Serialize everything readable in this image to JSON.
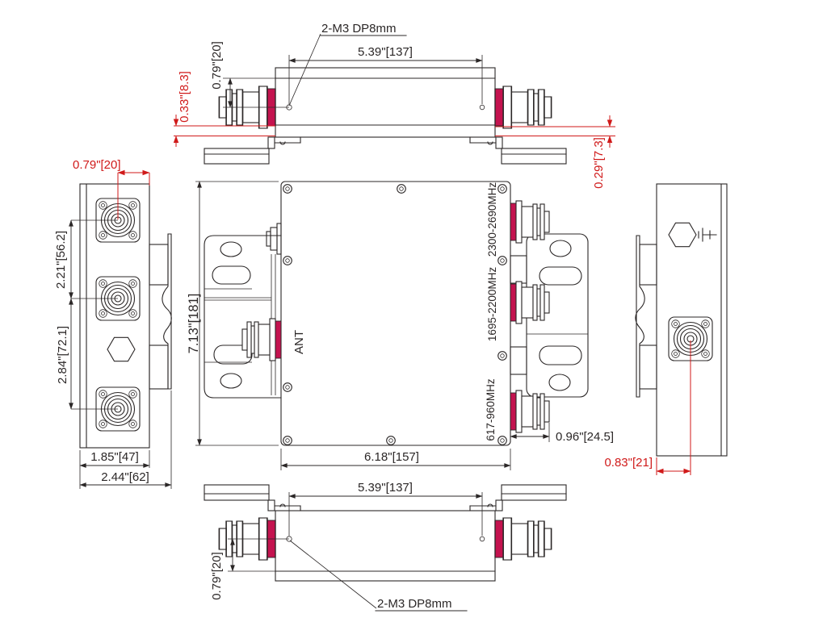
{
  "drawing": {
    "colors": {
      "line": "#2b2727",
      "dim_red": "#d01a1a",
      "band_red": "#c4134f"
    },
    "views": {
      "top": {
        "screw_note": "2-M3 DP8mm",
        "dim_hole_span": "5.39\"[137]",
        "dim_port_offset": "0.79\"[20]",
        "dim_gasket_left": "0.33\"[8.3]",
        "dim_gasket_right": "0.29\"[7.3]"
      },
      "left": {
        "dim_port_to_edge": "0.79\"[20]",
        "dim_port_span_upper": "2.21\"[56.2]",
        "dim_port_span_lower": "2.84\"[72.1]",
        "dim_body_width": "1.85\"[47]",
        "dim_overall_width": "2.44\"[62]"
      },
      "front": {
        "dim_height": "7.13\"[181]",
        "dim_width": "6.18\"[157]",
        "dim_connector_protrusion": "0.96\"[24.5]",
        "ant_port_label": "ANT",
        "port_labels": [
          "2300-2690MHz",
          "1695-2200MHz",
          "617-960MHz"
        ]
      },
      "right": {
        "dim_port_offset": "0.83\"[21]"
      },
      "bottom": {
        "screw_note": "2-M3 DP8mm",
        "dim_hole_span": "5.39\"[137]",
        "dim_port_offset": "0.79\"[20]"
      }
    }
  }
}
